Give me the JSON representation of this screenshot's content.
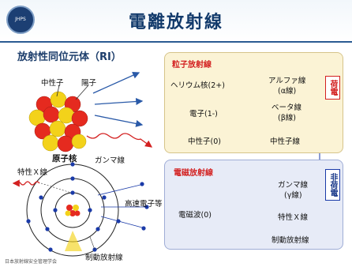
{
  "header": {
    "title": "電離放射線",
    "logo_text": "JHPS"
  },
  "left": {
    "section_title": "放射性同位元体（RI）",
    "neutron_label": "中性子",
    "proton_label": "陽子",
    "nucleus_label": "原子核",
    "gamma_label": "ガンマ線",
    "xray_label": "特性Ｘ線",
    "fast_electron_label": "高速電子等",
    "bremsstrahlung_label": "制動放射線"
  },
  "particle_panel": {
    "title": "粒子放射線",
    "rows": [
      {
        "left": "ヘリウム核(2+)",
        "right": "アルファ線",
        "right_sub": "(α線)"
      },
      {
        "left": "電子(1-)",
        "right": "ベータ線",
        "right_sub": "(β線)"
      },
      {
        "left": "中性子(0)",
        "right": "中性子線",
        "right_sub": ""
      }
    ],
    "charged_tag": "荷電"
  },
  "em_panel": {
    "title": "電磁放射線",
    "rows": [
      {
        "left": "",
        "right": "ガンマ線",
        "right_sub": "(γ線)"
      },
      {
        "left": "電磁波(0)",
        "right": "特性Ｘ線",
        "right_sub": ""
      },
      {
        "left": "",
        "right": "制動放射線",
        "right_sub": ""
      }
    ],
    "uncharged_tag": "非荷電"
  },
  "footer": {
    "text": "日本放射線安全管理学会"
  },
  "colors": {
    "proton": "#e52a1f",
    "neutron": "#f3d21a",
    "electron": "#1a3aa8",
    "wave": "#e02a2a",
    "accent": "#123a6b"
  }
}
